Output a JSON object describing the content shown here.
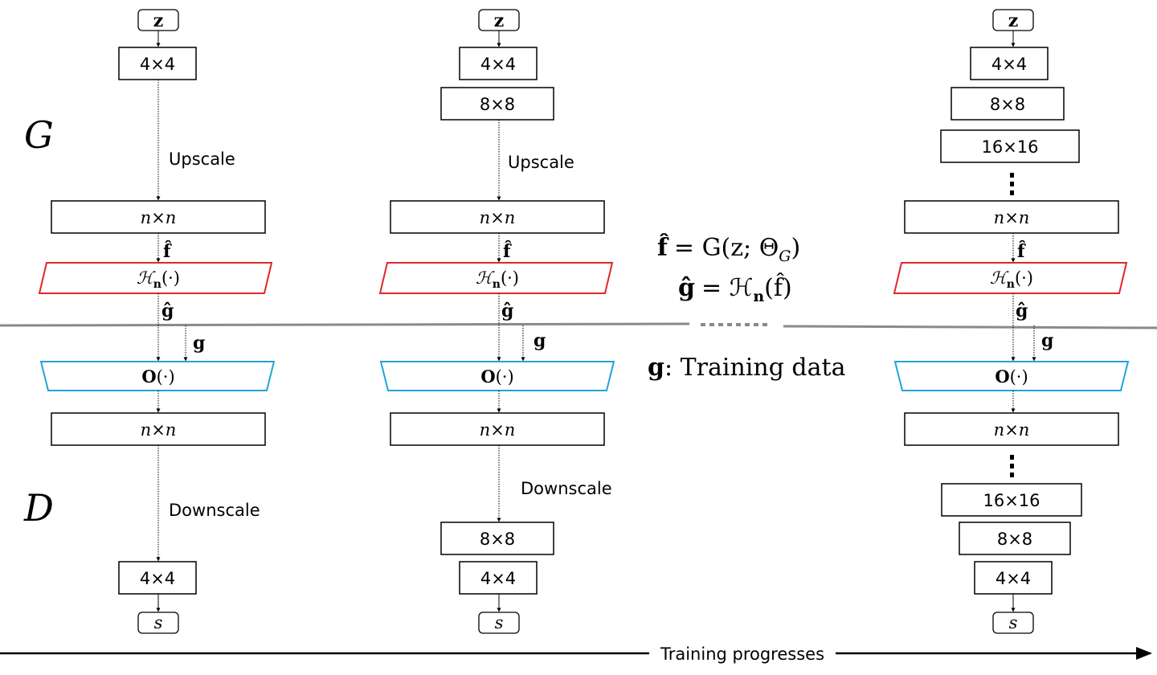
{
  "side_labels": {
    "generator": "G",
    "discriminator": "D"
  },
  "columns": [
    {
      "input": "z",
      "generator_blocks": [
        "4×4"
      ],
      "upscale_label": "Upscale",
      "gen_last": "n×n",
      "f_hat": "f̂",
      "operator_H": "ℋ",
      "operator_H_sub": "n",
      "operator_H_arg": "(·)",
      "g_hat": "ĝ",
      "g": "g",
      "operator_O": "O",
      "operator_O_arg": "(·)",
      "disc_first": "n×n",
      "downscale_label": "Downscale",
      "discriminator_blocks": [
        "4×4"
      ],
      "output": "s"
    },
    {
      "input": "z",
      "generator_blocks": [
        "4×4",
        "8×8"
      ],
      "upscale_label": "Upscale",
      "gen_last": "n×n",
      "f_hat": "f̂",
      "operator_H": "ℋ",
      "operator_H_sub": "n",
      "operator_H_arg": "(·)",
      "g_hat": "ĝ",
      "g": "g",
      "operator_O": "O",
      "operator_O_arg": "(·)",
      "disc_first": "n×n",
      "downscale_label": "Downscale",
      "discriminator_blocks": [
        "8×8",
        "4×4"
      ],
      "output": "s"
    },
    {
      "input": "z",
      "generator_blocks": [
        "4×4",
        "8×8",
        "16×16"
      ],
      "gen_last": "n×n",
      "f_hat": "f̂",
      "operator_H": "ℋ",
      "operator_H_sub": "n",
      "operator_H_arg": "(·)",
      "g_hat": "ĝ",
      "g": "g",
      "operator_O": "O",
      "operator_O_arg": "(·)",
      "disc_first": "n×n",
      "discriminator_blocks": [
        "16×16",
        "8×8",
        "4×4"
      ],
      "output": "s"
    }
  ],
  "equations": {
    "eq1_lhs": "f̂",
    "eq1_rhs": "= G(z; Θ",
    "eq1_sub": "G",
    "eq1_close": ")",
    "eq2_lhs": "ĝ",
    "eq2_rhs": "= ℋ",
    "eq2_sub": "n",
    "eq2_arg": "(f̂)",
    "training_g": "g",
    "training_text": ": Training data"
  },
  "footer": {
    "progress_label": "Training progresses"
  },
  "colors": {
    "generator_op": "#e0272a",
    "discriminator_op": "#22a3d8",
    "divider": "#8a8a8a",
    "box_stroke": "#000000"
  }
}
